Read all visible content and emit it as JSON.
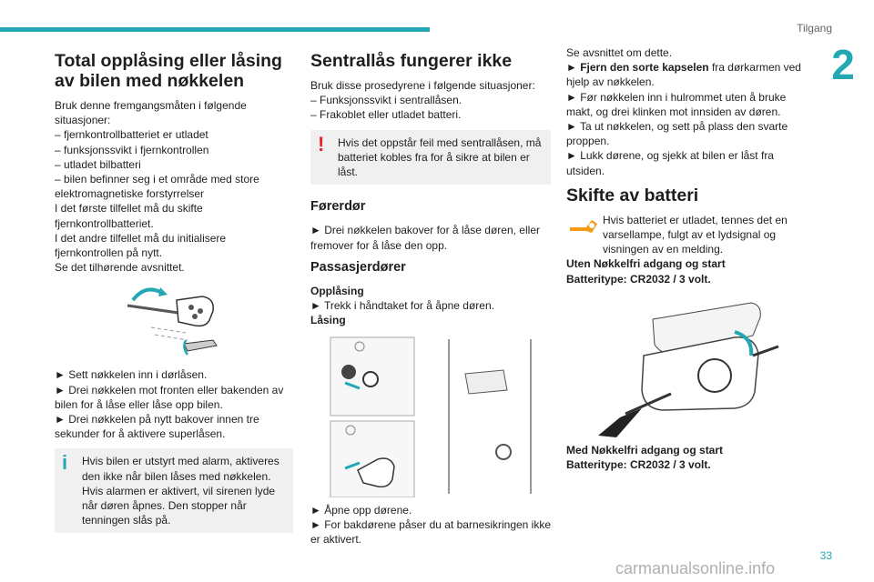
{
  "header": {
    "section": "Tilgang",
    "chapter": "2"
  },
  "footer": {
    "page": "33",
    "watermark": "carmanualsonline.info"
  },
  "col1": {
    "title": "Total opplåsing eller låsing av bilen med nøkkelen",
    "intro": "Bruk denne fremgangsmåten i følgende situasjoner:",
    "items": [
      "– fjernkontrollbatteriet er utladet",
      "– funksjonssvikt i fjernkontrollen",
      "– utladet bilbatteri",
      "– bilen befinner seg i et område med store elektromagnetiske forstyrrelser"
    ],
    "p2": "I det første tilfellet må du skifte fjernkontrollbatteriet.",
    "p3": "I det andre tilfellet må du initialisere fjernkontrollen på nytt.",
    "p4": "Se det tilhørende avsnittet.",
    "steps": [
      "► Sett nøkkelen inn i dørlåsen.",
      "► Drei nøkkelen mot fronten eller bakenden av bilen for å låse eller låse opp bilen.",
      "► Drei nøkkelen på nytt bakover innen tre sekunder for å aktivere superlåsen."
    ],
    "info_icon": "i",
    "info_text": "Hvis bilen er utstyrt med alarm, aktiveres den ikke når bilen låses med nøkkelen. Hvis alarmen er aktivert, vil sirenen lyde når døren åpnes. Den stopper når tenningen slås på."
  },
  "col2": {
    "title": "Sentrallås fungerer ikke",
    "intro": "Bruk disse prosedyrene i følgende situasjoner:",
    "items": [
      "– Funksjonssvikt i sentrallåsen.",
      "– Frakoblet eller utladet batteri."
    ],
    "warn_icon": "!",
    "warn_text": "Hvis det oppstår feil med sentrallåsen, må batteriet kobles fra for å sikre at bilen er låst.",
    "driver_title": "Førerdør",
    "driver_text": "► Drei nøkkelen bakover for å låse døren, eller fremover for å låse den opp.",
    "pass_title": "Passasjerdører",
    "unlock_label": "Opplåsing",
    "unlock_text": "► Trekk i håndtaket for å åpne døren.",
    "lock_label": "Låsing",
    "steps": [
      "► Åpne opp dørene.",
      "► For bakdørene påser du at barnesikringen ikke er aktivert."
    ]
  },
  "col3": {
    "lines": [
      "Se avsnittet om dette.",
      "► Fjern den sorte kapselen fra dørkarmen ved hjelp av nøkkelen.",
      "► Før nøkkelen inn i hulrommet uten å bruke makt, og drei klinken mot innsiden av døren.",
      "► Ta ut nøkkelen, og sett på plass den svarte proppen.",
      "► Lukk dørene, og sjekk at bilen er låst fra utsiden."
    ],
    "bold_prefix": "Fjern den sorte kapselen",
    "title": "Skifte av batteri",
    "batt_text": "Hvis batteriet er utladet, tennes det en varsellampe, fulgt av et lydsignal og visningen av en melding.",
    "nokeyless_label": "Uten Nøkkelfri adgang og start",
    "nokeyless_type": "Batteritype: CR2032 / 3 volt.",
    "keyless_label": "Med Nøkkelfri adgang og start",
    "keyless_type": "Batteritype: CR2032 / 3 volt."
  }
}
